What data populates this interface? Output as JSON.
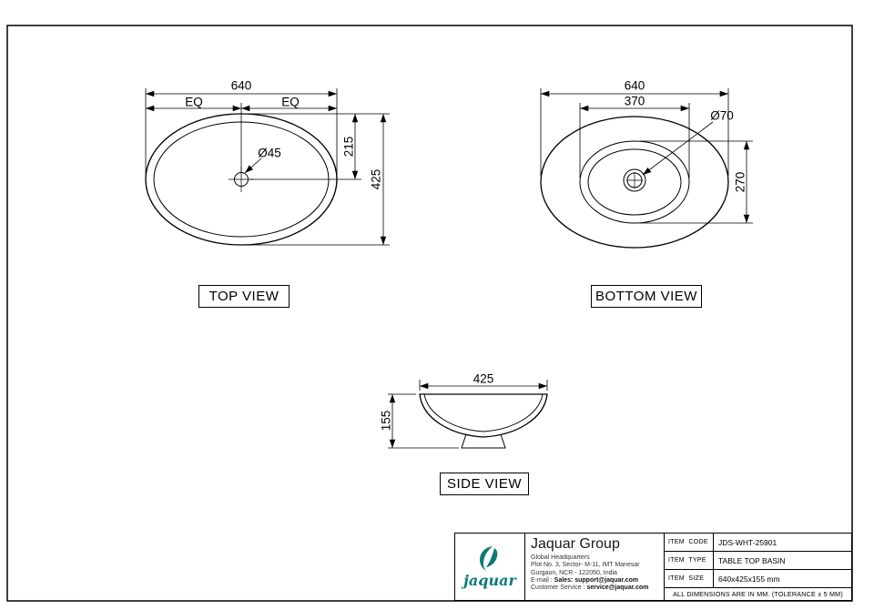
{
  "views": {
    "top": {
      "label": "TOP VIEW",
      "dim_width": "640",
      "eq_left": "EQ",
      "eq_right": "EQ",
      "drain_dia": "Ø45",
      "dim_center_offset": "215",
      "dim_height": "425"
    },
    "bottom": {
      "label": "BOTTOM VIEW",
      "dim_width": "640",
      "dim_base_width": "370",
      "drain_dia": "Ø70",
      "dim_base_height": "270"
    },
    "side": {
      "label": "SIDE VIEW",
      "dim_width": "425",
      "dim_height": "155"
    }
  },
  "title_block": {
    "logo_text": "jaquar",
    "company_name": "Jaquar Group",
    "address_line1": "Global Headquarters",
    "address_line2": "Plot No. 3, Sector- M-11, IMT Manesar",
    "address_line3": "Gurgaon, NCR - 122050, India",
    "email_prefix": "E-mail : ",
    "email_bold": "Sales: support@jaquar.com",
    "service_prefix": "Customer Service : ",
    "service_bold": "service@jaquar.com",
    "rows": [
      {
        "label": "ITEM  CODE",
        "value": "JDS-WHT-25901"
      },
      {
        "label": "ITEM  TYPE",
        "value": "TABLE TOP BASIN"
      },
      {
        "label": "ITEM  SIZE",
        "value": "640x425x155 mm"
      }
    ],
    "note": "ALL DIMENSIONS ARE IN MM. (TOLERANCE ± 5 MM)"
  },
  "colors": {
    "line": "#000000",
    "brand_teal": "#0c7b78",
    "background": "#ffffff"
  }
}
